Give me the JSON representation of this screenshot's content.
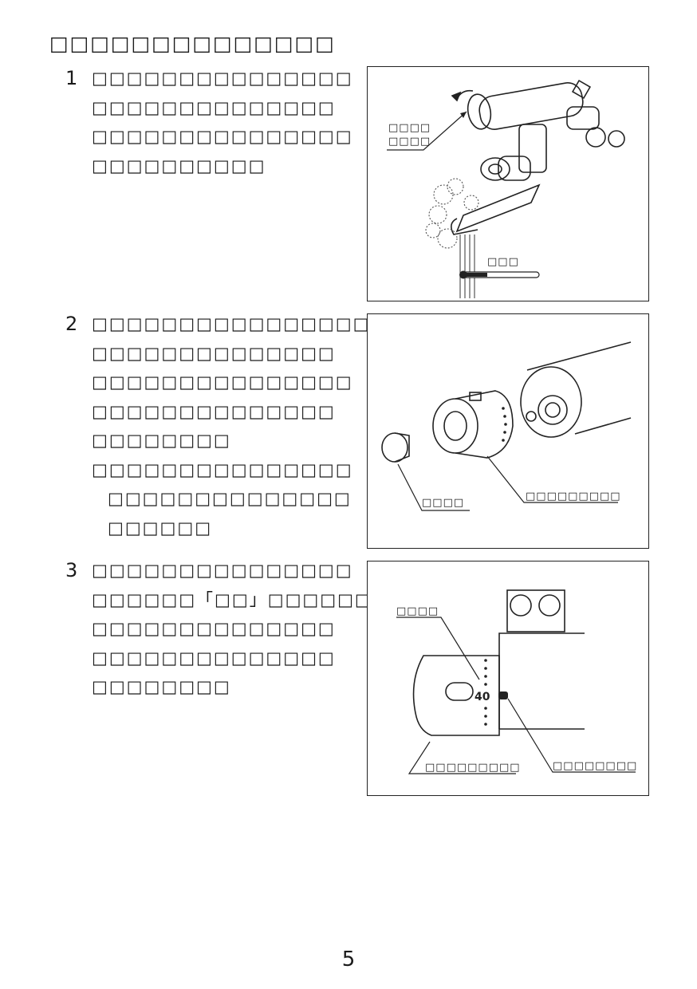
{
  "heading": "□□□□□□□□□□□□□□",
  "steps": [
    {
      "number": "1",
      "lines": [
        "□□□□□□□□□□□□□□□",
        "□□□□□□□□□□□□□□",
        "□□□□□□□□□□□□□□□",
        "□□□□□□□□□□"
      ],
      "notes": []
    },
    {
      "number": "2",
      "lines": [
        "□□□□□□□□□□□□□□□□",
        "□□□□□□□□□□□□□□",
        "□□□□□□□□□□□□□□□",
        "□□□□□□□□□□□□□□",
        "□□□□□□□□"
      ],
      "notes": [
        "□□□□□□□□□□□□□□□",
        "□□□□□□□□□□□□□□",
        "□□□□□□"
      ]
    },
    {
      "number": "3",
      "lines": [
        "□□□□□□□□□□□□□□□",
        "□□□□□□「□□」□□□□□□",
        "□□□□□□□□□□□□□□",
        "□□□□□□□□□□□□□□",
        "□□□□□□□□"
      ],
      "notes": []
    }
  ],
  "figures": {
    "fig1": {
      "callout_knob_1": "□□□□",
      "callout_knob_2": "□□□□",
      "callout_thermometer": "□□□"
    },
    "fig2": {
      "callout_cap": "□□□□",
      "callout_handle": "□□□□□□□□□"
    },
    "fig3": {
      "callout_mark": "□□□□",
      "scale_value": "40",
      "callout_handle": "□□□□□□□□□",
      "callout_indicator": "□□□□□□□□"
    }
  },
  "page_number": "5"
}
